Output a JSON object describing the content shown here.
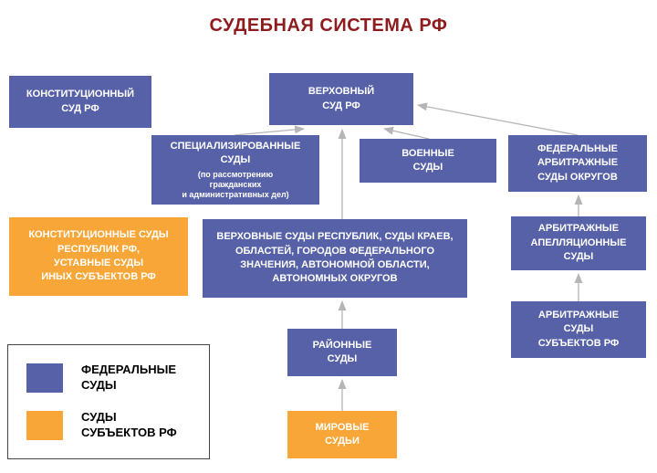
{
  "title": "СУДЕБНАЯ СИСТЕМА РФ",
  "colors": {
    "federal-court": "#5661a8",
    "subject-court": "#f7a637",
    "title-text": "#8e1b1e",
    "arrow": "#b5b5b5"
  },
  "nodes": {
    "constitutional_court": "КОНСТИТУЦИОННЫЙ\nСУД  РФ",
    "supreme_court": "ВЕРХОВНЫЙ\nСУД РФ",
    "specialized_courts": "СПЕЦИАЛИЗИРОВАННЫЕ\nСУДЫ",
    "specialized_courts_note": "(по рассмотрению\nгражданских\nи административных дел)",
    "military_courts": "ВОЕННЫЕ\nСУДЫ",
    "federal_arbitration_courts": "ФЕДЕРАЛЬНЫЕ\nАРБИТРАЖНЫЕ\nСУДЫ ОКРУГОВ",
    "constitutional_subject_courts": "КОНСТИТУЦИОННЫЕ СУДЫ\nРЕСПУБЛИК РФ,\nУСТАВНЫЕ СУДЫ\nИНЫХ СУБЪЕКТОВ РФ",
    "regional_courts": "ВЕРХОВНЫЕ СУДЫ РЕСПУБЛИК, СУДЫ КРАЕВ,\nОБЛАСТЕЙ, ГОРОДОВ ФЕДЕРАЛЬНОГО\nЗНАЧЕНИЯ, АВТОНОМНОЙ ОБЛАСТИ,\nАВТОНОМНЫХ ОКРУГОВ",
    "arbitration_appellate_courts": "АРБИТРАЖНЫЕ\nАПЕЛЛЯЦИОННЫЕ\nСУДЫ",
    "arbitration_subject_courts": "АРБИТРАЖНЫЕ\nСУДЫ\nСУБЪЕКТОВ РФ",
    "district_courts": "РАЙОННЫЕ\nСУДЫ",
    "magistrate_judges": "МИРОВЫЕ\nСУДЬИ"
  },
  "legend": {
    "federal_label": "ФЕДЕРАЛЬНЫЕ\nСУДЫ",
    "subject_label": "СУДЫ\nСУБЪЕКТОВ РФ"
  }
}
